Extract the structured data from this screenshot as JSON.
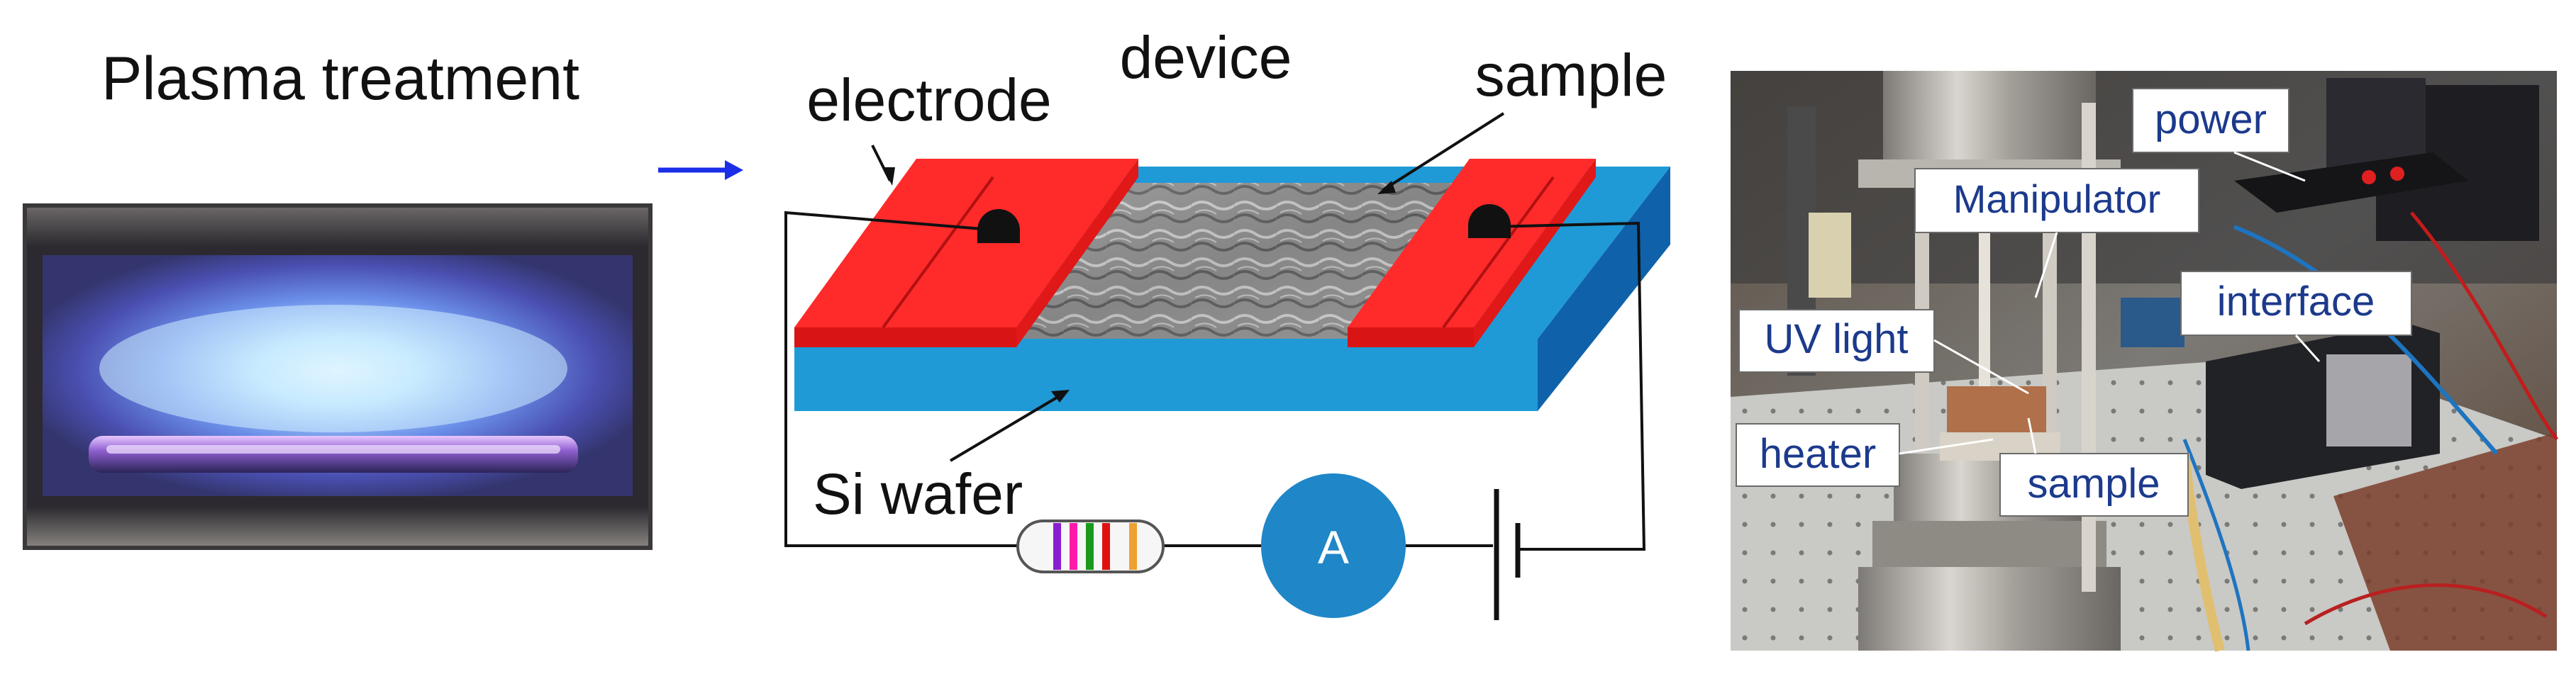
{
  "panels": {
    "plasma": {
      "title": "Plasma treatment"
    },
    "device": {
      "title": "device",
      "electrode_label": "electrode",
      "sample_label": "sample",
      "wafer_label": "Si wafer",
      "ammeter_label": "A"
    },
    "setup": {
      "labels": {
        "power": "power",
        "manipulator": "Manipulator",
        "interface": "interface",
        "uv_light": "UV light",
        "heater": "heater",
        "sample": "sample"
      }
    }
  },
  "colors": {
    "arrow": "#1a2ee8",
    "electrode": "#ff2a2a",
    "electrode_dark": "#d81414",
    "wafer_front": "#1f9ad6",
    "wafer_side": "#0f62aa",
    "ammeter": "#1f86c8",
    "photo_label_text": "#1c3a8c",
    "plasma_glow": "#9fd8ff"
  },
  "icons": {
    "process_arrow": "right-arrow-icon",
    "resistor": "resistor-icon",
    "battery": "battery-icon",
    "ammeter": "ammeter-icon"
  }
}
